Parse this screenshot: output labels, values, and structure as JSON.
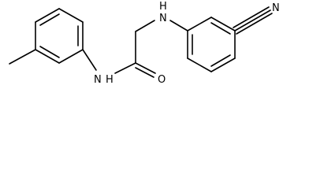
{
  "molecule": {
    "atoms": {
      "amine_nh": "H",
      "amine_n": "N",
      "amide_n": "N",
      "amide_h": "H",
      "carbonyl_o": "O",
      "nitrile_n": "N"
    },
    "colors": {
      "bond": "#000000",
      "label": "#000000",
      "background": "#ffffff"
    }
  }
}
